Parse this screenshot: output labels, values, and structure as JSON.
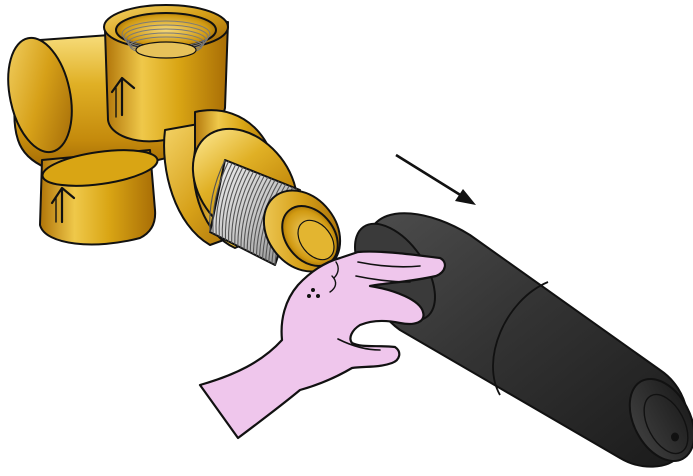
{
  "illustration": {
    "subject": "valve-body-protective-cap-removal",
    "direction_of_motion": "down-right",
    "parts": [
      {
        "id": "valve-body",
        "material": "brass"
      },
      {
        "id": "threaded-spigot",
        "material": "steel-thread"
      },
      {
        "id": "protective-cap",
        "material": "black-plastic"
      },
      {
        "id": "hand",
        "role": "pulling-cap-off"
      },
      {
        "id": "motion-arrow",
        "role": "pull-direction"
      }
    ],
    "flow_markers": [
      {
        "id": "flow-arrow-top",
        "glyph": "↑"
      },
      {
        "id": "flow-arrow-bottom",
        "glyph": "↑"
      }
    ]
  },
  "colors": {
    "brass_light": "#f2cf5b",
    "brass_mid": "#d9a514",
    "brass_dark": "#a86d06",
    "thread_light": "#e9e9e9",
    "thread_dark": "#8f8f8f",
    "cap_light": "#4a4a4a",
    "cap_dark": "#1c1c1c",
    "hand_fill": "#efc6ec",
    "outline": "#111111"
  }
}
